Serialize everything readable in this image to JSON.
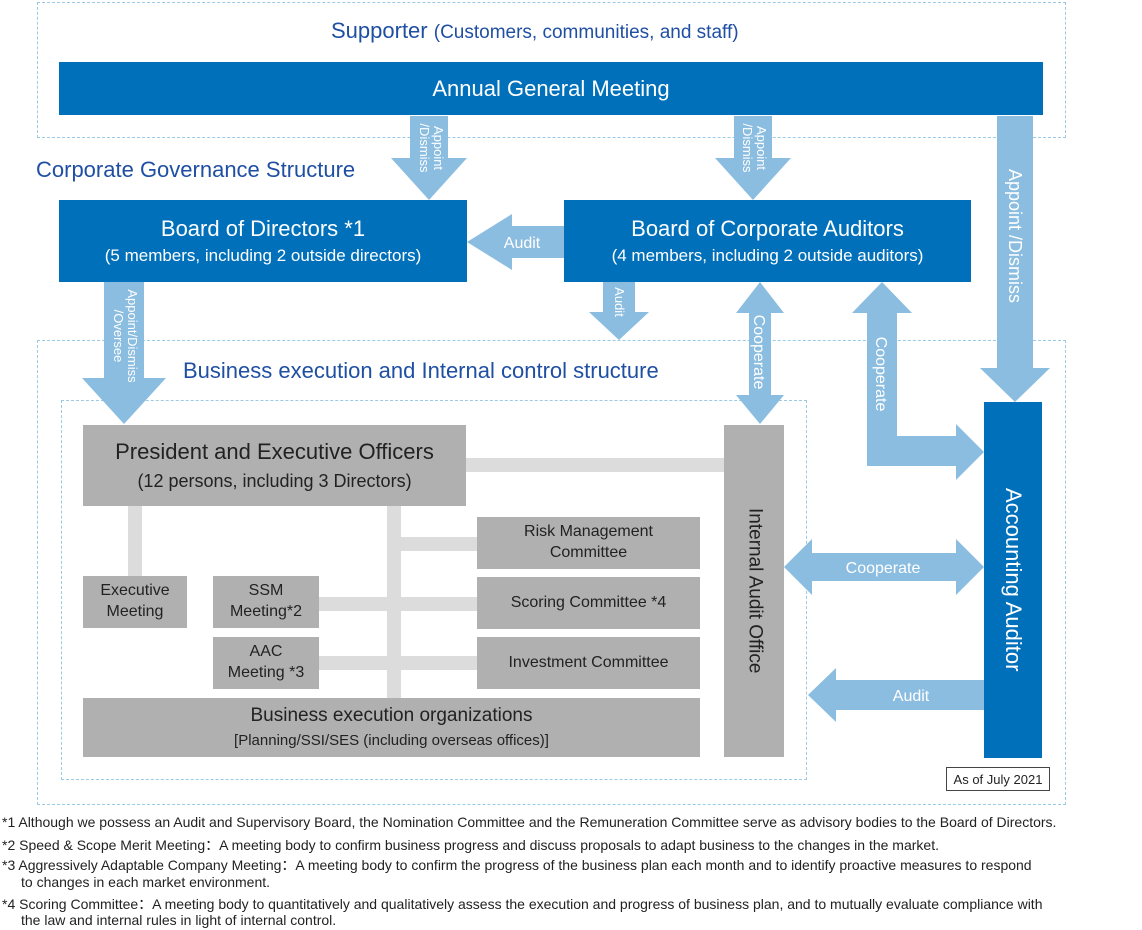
{
  "supporter": {
    "title": "Supporter",
    "subtitle": "(Customers, communities, and staff)"
  },
  "agm": {
    "label": "Annual General Meeting"
  },
  "governance": {
    "title": "Corporate Governance Structure"
  },
  "board_directors": {
    "title": "Board of Directors *1",
    "subtitle": "(5 members, including 2 outside directors)"
  },
  "board_auditors": {
    "title": "Board of Corporate Auditors",
    "subtitle": "(4 members, including 2 outside auditors)"
  },
  "business": {
    "title": "Business execution and Internal control structure"
  },
  "president": {
    "title": "President and Executive Officers",
    "subtitle": "(12 persons, including 3 Directors)"
  },
  "executive_meeting": {
    "line1": "Executive",
    "line2": "Meeting"
  },
  "ssm_meeting": {
    "line1": "SSM",
    "line2": "Meeting*2"
  },
  "aac_meeting": {
    "line1": "AAC",
    "line2": "Meeting *3"
  },
  "risk_committee": {
    "line1": "Risk Management",
    "line2": "Committee"
  },
  "scoring_committee": {
    "label": "Scoring Committee *4"
  },
  "investment_committee": {
    "label": "Investment Committee"
  },
  "business_orgs": {
    "title": "Business execution organizations",
    "subtitle": "[Planning/SSI/SES (including overseas offices)]"
  },
  "internal_audit": {
    "label": "Internal Audit Office"
  },
  "accounting_auditor": {
    "label": "Accounting Auditor"
  },
  "arrows": {
    "appoint_dismiss_line1": "Appoint",
    "appoint_dismiss_line2": "/Dismiss",
    "appoint_dismiss_long": "Appoint /Dismiss",
    "oversee_line1": "Appoint/Dismiss",
    "oversee_line2": "/Oversee",
    "audit": "Audit",
    "cooperate": "Cooperate"
  },
  "as_of": "As of July 2021",
  "footnotes": {
    "n1": "*1 Although we possess an Audit and Supervisory Board, the Nomination Committee and the Remuneration Committee serve as advisory bodies to the Board of Directors.",
    "n2": "*2 Speed & Scope Merit Meeting：A meeting body to confirm business progress and discuss proposals to adapt business to the changes in the market.",
    "n3a": "*3 Aggressively Adaptable Company Meeting：A meeting body to confirm the progress of the business plan each month and to identify proactive measures to respond",
    "n3b": "to changes in each market environment.",
    "n4a": "*4 Scoring Committee：A meeting body to quantitatively and qualitatively assess the execution and progress of business plan, and to mutually evaluate compliance with",
    "n4b": "the law and internal rules in light of internal control."
  },
  "colors": {
    "primary_blue": "#0070bb",
    "arrow_blue": "#8bbde0",
    "title_blue": "#1f4fa3",
    "gray_box": "#b0b0b0",
    "connector_gray": "#dcdcdc",
    "dashed_border": "#9cc9e3"
  }
}
